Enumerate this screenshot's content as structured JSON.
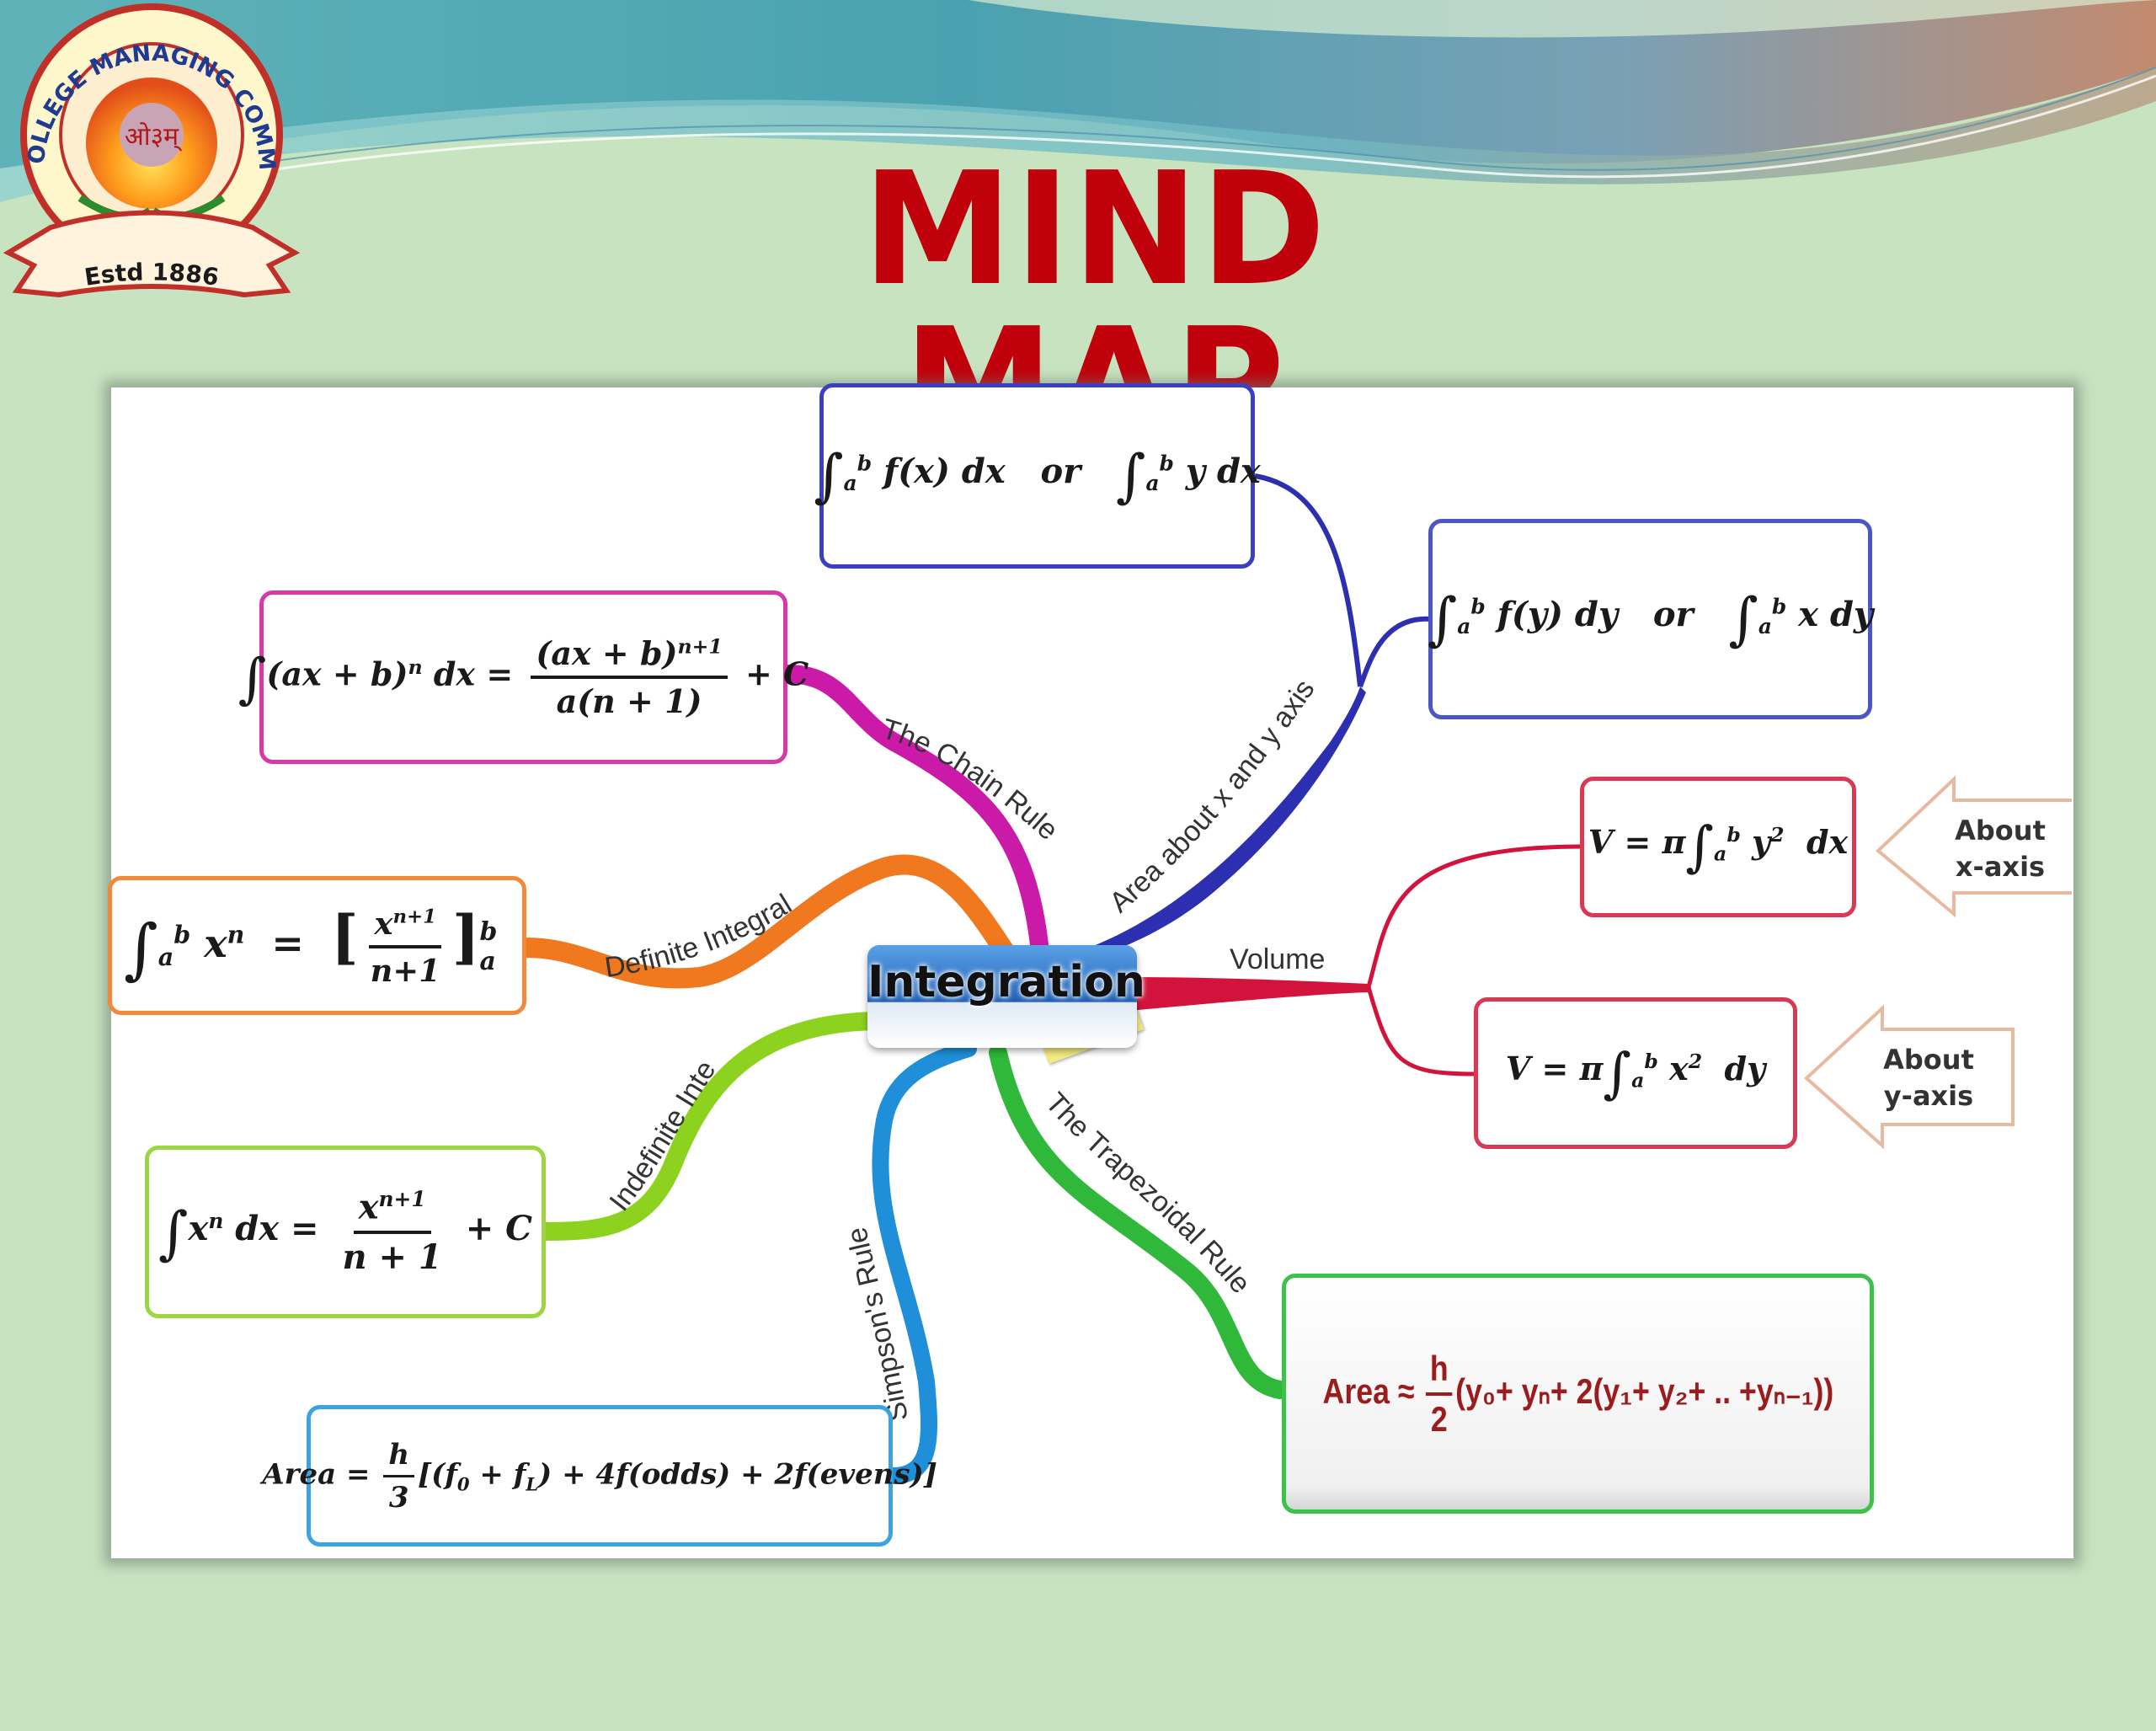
{
  "logo": {
    "ring_text": "DAV COLLEGE MANAGING COMMITTEE",
    "emblem_text": "ओ३म्",
    "ribbon_text": "Estd 1886"
  },
  "title": "MIND MAP",
  "center": {
    "label": "Integration"
  },
  "branches": {
    "chain_rule": "The Chain Rule",
    "definite_integral": "Definite Integral",
    "indefinite_integrals": "Indefinite Integrals",
    "simpsons_rule": "Simpson's Rule",
    "trapezoidal_rule": "The Trapezoidal Rule",
    "volume": "Volume",
    "area_about_axes": "Area about x and y axis"
  },
  "formulas": {
    "area_x": {
      "a": "a",
      "b": "b",
      "left": "f(x) dx",
      "or": "or",
      "right": "y dx"
    },
    "area_y": {
      "a": "a",
      "b": "b",
      "left": "f(y) dy",
      "or": "or",
      "right": "x dy"
    },
    "chain": {
      "integrand": "(ax + b)",
      "n": "n",
      "dx": "dx",
      "eq": "=",
      "num": "(ax + b)",
      "num_exp": "n+1",
      "den": "a(n + 1)",
      "plus_c": "+ C"
    },
    "definite": {
      "a": "a",
      "b": "b",
      "term": "x",
      "n": "n",
      "eq": "=",
      "num": "x",
      "num_exp": "n+1",
      "den": "n+1",
      "upper": "b",
      "lower": "a"
    },
    "indefinite": {
      "term": "x",
      "n": "n",
      "dx": "dx =",
      "num": "x",
      "num_exp": "n+1",
      "den": "n + 1",
      "plus_c": "+ C"
    },
    "simpson": {
      "lhs": "Area =",
      "num": "h",
      "den": "3",
      "rhs": "[(f",
      "s0": "0",
      "mid": " + f",
      "sl": "L",
      "tail": ") + 4f(odds) + 2f(evens)]"
    },
    "trapezoid": {
      "lhs": "Area ≈",
      "num": "h",
      "den": "2",
      "rhs": "(y₀+ yₙ+ 2(y₁+ y₂+ .. +yₙ₋₁))"
    },
    "volume_x": {
      "lhs": "V = π",
      "a": "a",
      "b": "b",
      "term": "y",
      "exp": "2",
      "dx": "dx"
    },
    "volume_y": {
      "lhs": "V = π",
      "a": "a",
      "b": "b",
      "term": "x",
      "exp": "2",
      "dy": "dy"
    }
  },
  "arrows": {
    "x_axis": {
      "line1": "About",
      "line2": "x-axis"
    },
    "y_axis": {
      "line1": "About",
      "line2": "y-axis"
    }
  },
  "colors": {
    "title": "#c0000b",
    "area_branch": "#2b2fb0",
    "chain_branch": "#cc1aa8",
    "definite_branch": "#f0781e",
    "indefinite_branch": "#8dd21e",
    "simpson_branch": "#1e8fd8",
    "trapezoid_branch": "#2fb83a",
    "volume_branch": "#d2143c"
  }
}
